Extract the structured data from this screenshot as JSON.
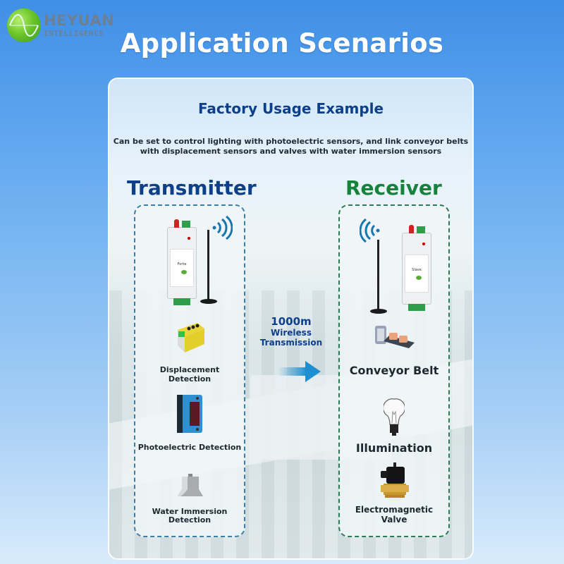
{
  "brand": {
    "name": "HEYUAN",
    "tagline": "INTELLIGENCE",
    "logo_icon": "green-sine-globe-icon"
  },
  "page_title": "Application Scenarios",
  "card": {
    "title": "Factory Usage Example",
    "description_line1": "Can be set to control lighting with photoelectric sensors, and link conveyor belts",
    "description_line2": "with displacement sensors and valves with water immersion sensors"
  },
  "transmitter": {
    "title": "Transmitter",
    "device_label": "Forte",
    "items": [
      {
        "icon": "displacement-sensor-icon",
        "label_line1": "Displacement",
        "label_line2": "Detection"
      },
      {
        "icon": "photoelectric-sensor-icon",
        "label_line1": "Photoelectric Detection",
        "label_line2": ""
      },
      {
        "icon": "water-immersion-sensor-icon",
        "label_line1": "Water Immersion",
        "label_line2": "Detection"
      }
    ]
  },
  "receiver": {
    "title": "Receiver",
    "device_label": "Slave",
    "items": [
      {
        "icon": "conveyor-belt-icon",
        "label_line1": "Conveyor Belt",
        "label_line2": ""
      },
      {
        "icon": "light-bulb-icon",
        "label_line1": "Illumination",
        "label_line2": ""
      },
      {
        "icon": "solenoid-valve-icon",
        "label_line1": "Electromagnetic",
        "label_line2": "Valve"
      }
    ]
  },
  "link": {
    "distance": "1000m",
    "line1": "Wireless",
    "line2": "Transmission"
  },
  "colors": {
    "transmitter": "#0d3f8a",
    "receiver": "#16823c",
    "arrow": "#1e8fd0"
  }
}
